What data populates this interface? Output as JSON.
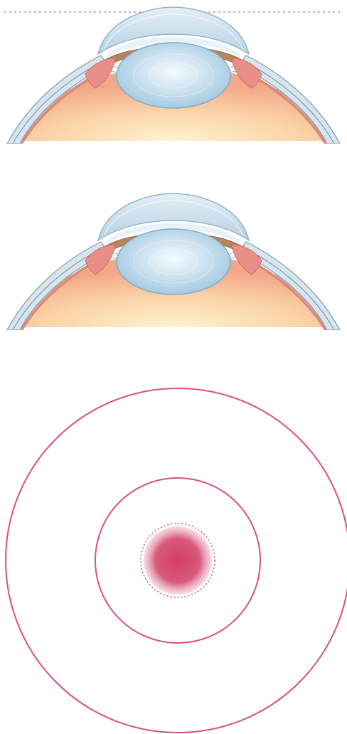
{
  "colors": {
    "background": "#ffffff",
    "guide_line": "#d98aa8",
    "cornea_fill": "#cfe2ee",
    "cornea_edge": "#8fb3c9",
    "sclera_fill": "#d7e4ec",
    "sclera_edge": "#7d9fb4",
    "iris_fill": "#b8835a",
    "ciliary_fill": "#e98f87",
    "lens_fill": "#b3d3e8",
    "lens_center": "#eef7fc",
    "vitreous_fill": "#f8c08f",
    "vitreous_light": "#fff0c8",
    "ring_stroke": "#d9517e",
    "spot_fill": "#cf3a62"
  },
  "figure": {
    "panels": [
      "eye-cross-section-top",
      "eye-cross-section-middle",
      "target-rings"
    ]
  }
}
